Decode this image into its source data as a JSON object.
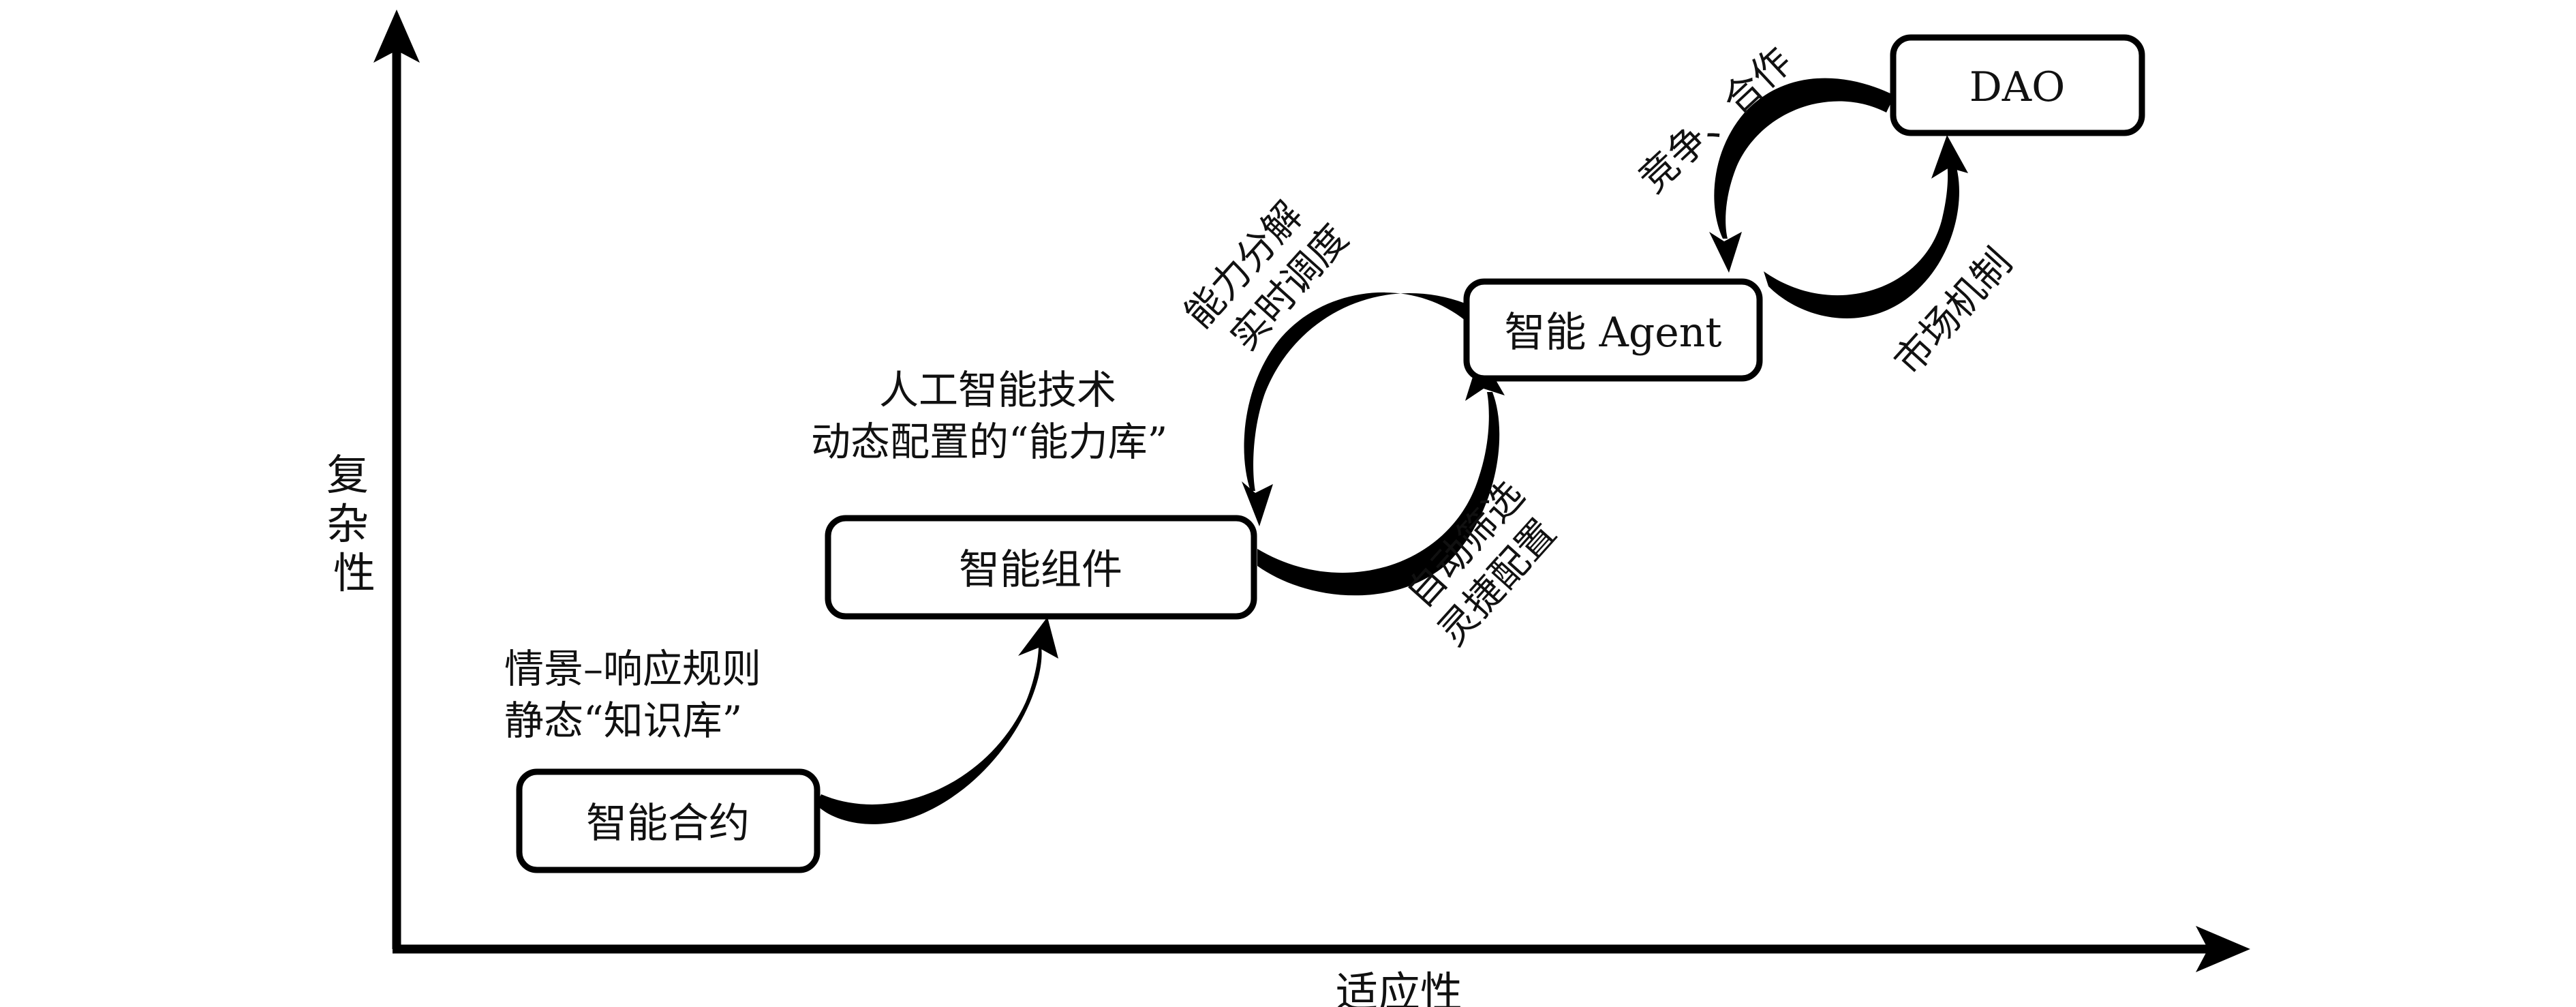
{
  "axes": {
    "x_label": "适应性",
    "y_label": "复杂性"
  },
  "stages": {
    "smart_contract": "智能合约",
    "smart_component": "智能组件",
    "smart_agent": "智能 Agent",
    "dao": "DAO"
  },
  "annotations": {
    "static_knowledge": {
      "line1": "情景–响应规则",
      "line2": "静态“知识库”"
    },
    "ai_capability": {
      "line1": "人工智能技术",
      "line2": "动态配置的“能力库”"
    },
    "decompose": {
      "line1": "能力分解",
      "line2": "实时调度"
    },
    "auto_filter": {
      "line1": "自动筛选",
      "line2": "灵捷配置"
    },
    "compete": "竞争、合作",
    "market": "市场机制"
  },
  "colors": {
    "ink": "#000000",
    "background": "#ffffff"
  }
}
